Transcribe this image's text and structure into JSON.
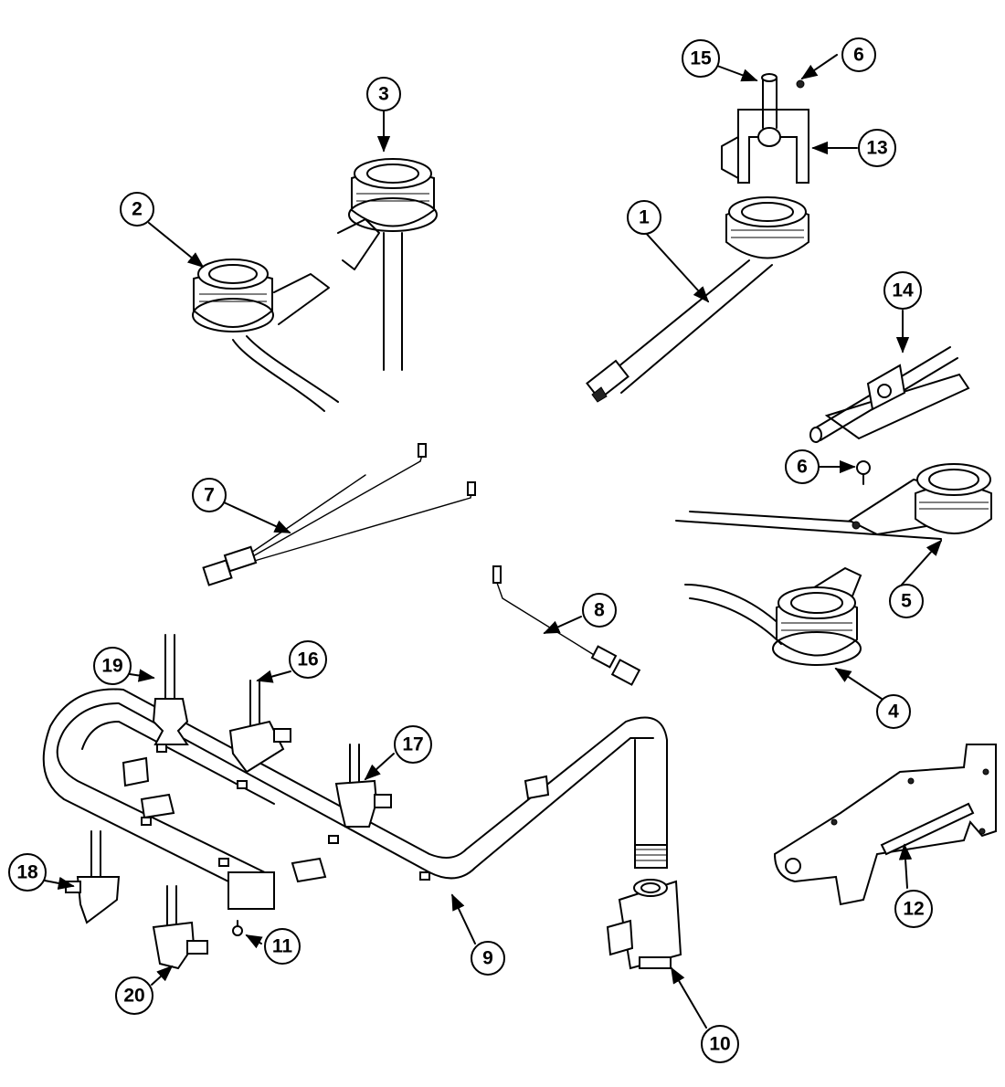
{
  "parts": [
    {
      "key": "p1",
      "number": "1"
    },
    {
      "key": "p2",
      "number": "2"
    },
    {
      "key": "p3",
      "number": "3"
    },
    {
      "key": "p4",
      "number": "4"
    },
    {
      "key": "p5",
      "number": "5"
    },
    {
      "key": "p6a",
      "number": "6"
    },
    {
      "key": "p6b",
      "number": "6"
    },
    {
      "key": "p7",
      "number": "7"
    },
    {
      "key": "p8",
      "number": "8"
    },
    {
      "key": "p9",
      "number": "9"
    },
    {
      "key": "p10",
      "number": "10"
    },
    {
      "key": "p11",
      "number": "11"
    },
    {
      "key": "p12",
      "number": "12"
    },
    {
      "key": "p13",
      "number": "13"
    },
    {
      "key": "p14",
      "number": "14"
    },
    {
      "key": "p15",
      "number": "15"
    },
    {
      "key": "p16",
      "number": "16"
    },
    {
      "key": "p17",
      "number": "17"
    },
    {
      "key": "p18",
      "number": "18"
    },
    {
      "key": "p19",
      "number": "19"
    },
    {
      "key": "p20",
      "number": "20"
    }
  ]
}
